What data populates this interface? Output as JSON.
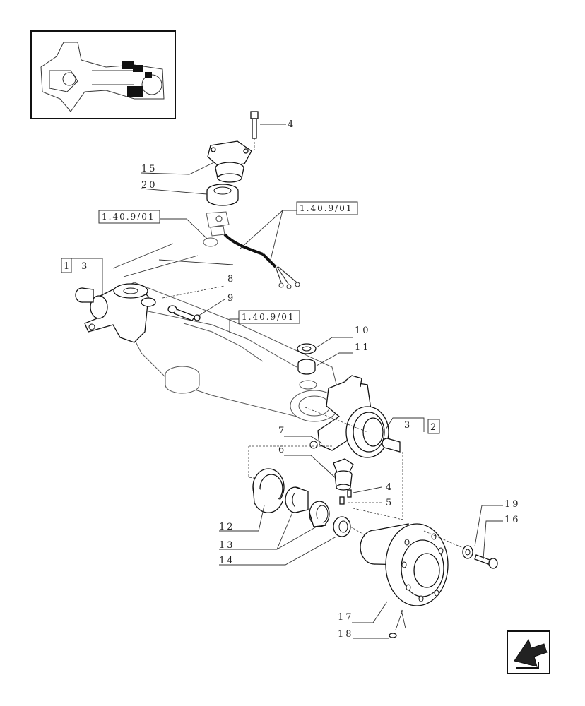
{
  "refs": {
    "top_center": "1.40.9/01",
    "left": "1.40.9/01",
    "middle": "1.40.9/01"
  },
  "labels": {
    "l4_top": "4",
    "l15": "15",
    "l20": "20",
    "l1": "1",
    "l3_left": "3",
    "l8": "8",
    "l9": "9",
    "l10": "10",
    "l11": "11",
    "l3_right": "3",
    "l2": "2",
    "l7": "7",
    "l6": "6",
    "l4_mid": "4",
    "l5": "5",
    "l12": "12",
    "l13": "13",
    "l14": "14",
    "l19": "19",
    "l16": "16",
    "l17": "17",
    "l18": "18"
  }
}
